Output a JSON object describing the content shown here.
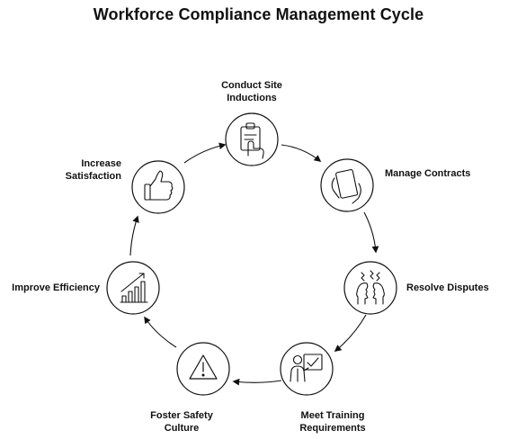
{
  "title": "Workforce Compliance Management Cycle",
  "stages": [
    {
      "label_lines": [
        "Conduct Site",
        "Inductions"
      ],
      "icon": "clipboard-hand-icon"
    },
    {
      "label_lines": [
        "Manage Contracts"
      ],
      "icon": "tablet-hand-icon"
    },
    {
      "label_lines": [
        "Resolve Disputes"
      ],
      "icon": "conflict-heads-icon"
    },
    {
      "label_lines": [
        "Meet Training",
        "Requirements"
      ],
      "icon": "trainer-board-icon"
    },
    {
      "label_lines": [
        "Foster Safety",
        "Culture"
      ],
      "icon": "warning-triangle-icon"
    },
    {
      "label_lines": [
        "Improve Efficiency"
      ],
      "icon": "growth-chart-icon"
    },
    {
      "label_lines": [
        "Increase",
        "Satisfaction"
      ],
      "icon": "thumbs-up-icon"
    }
  ]
}
